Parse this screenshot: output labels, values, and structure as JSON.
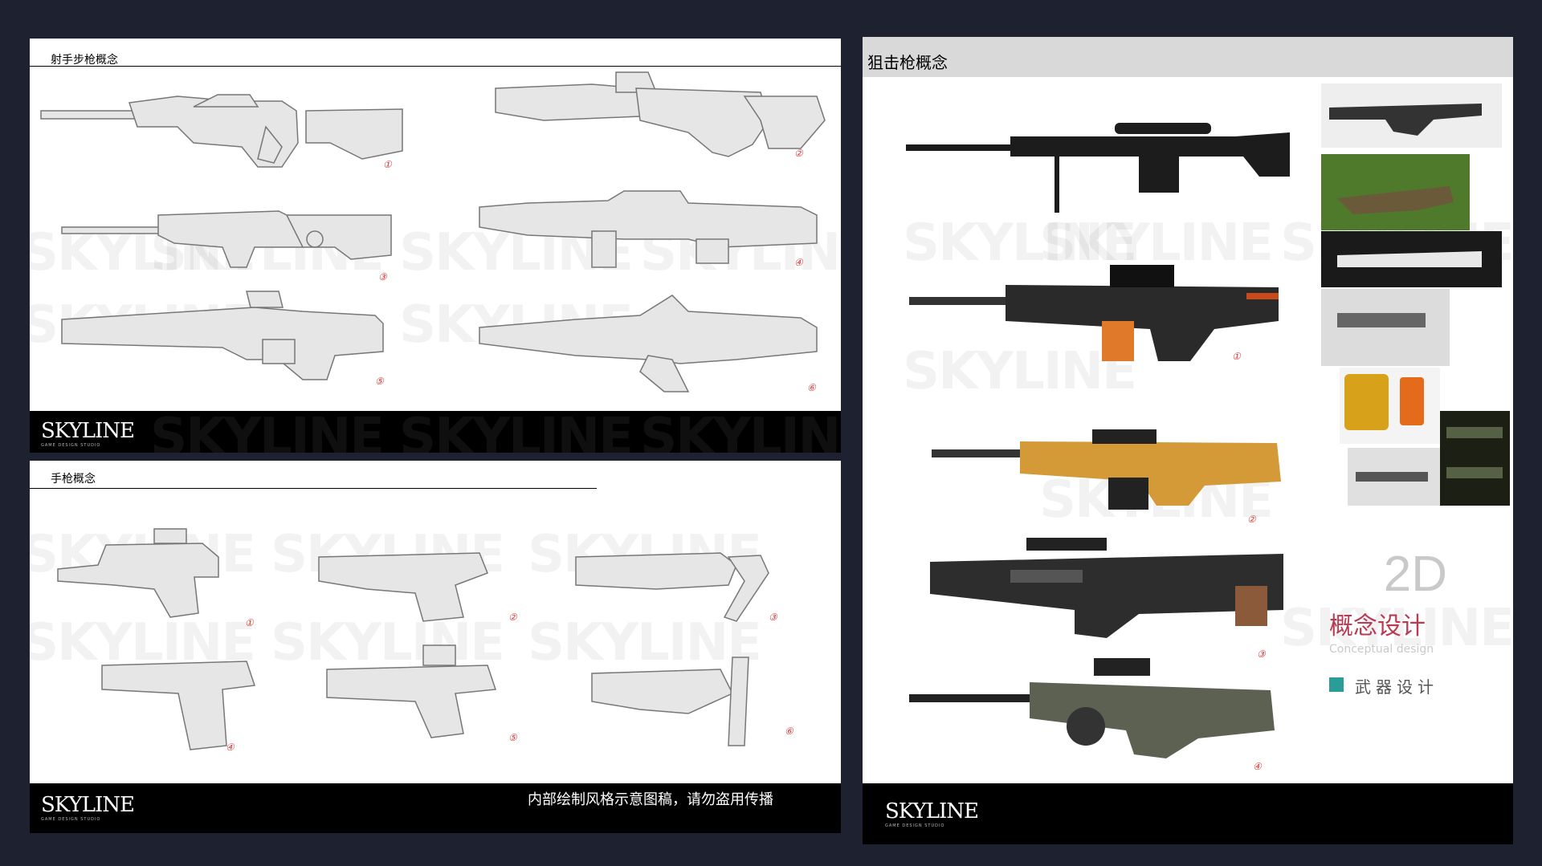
{
  "panels": {
    "rifle": {
      "title": "射手步枪概念"
    },
    "pistol": {
      "title": "手枪概念",
      "notice": "内部绘制风格示意图稿，请勿盗用传播"
    },
    "sniper": {
      "title": "狙击枪概念"
    }
  },
  "logo": {
    "text": "SKYLINE",
    "subtitle": "GAME DESIGN STUDIO"
  },
  "watermark_text": "SKYLINE",
  "sketch_numbers": {
    "rifle": [
      "①",
      "②",
      "③",
      "④",
      "⑤",
      "⑥"
    ],
    "pistol": [
      "①",
      "②",
      "③",
      "④",
      "⑤",
      "⑥"
    ],
    "sniper": [
      "①",
      "②",
      "③",
      "④"
    ]
  },
  "brand": {
    "big": "2D",
    "cn": "概念设计",
    "en": "Conceptual design",
    "tag": "武器设计"
  },
  "colors": {
    "background": "#1e2130",
    "accent": "#b83b53",
    "teal": "#2a9d96"
  }
}
